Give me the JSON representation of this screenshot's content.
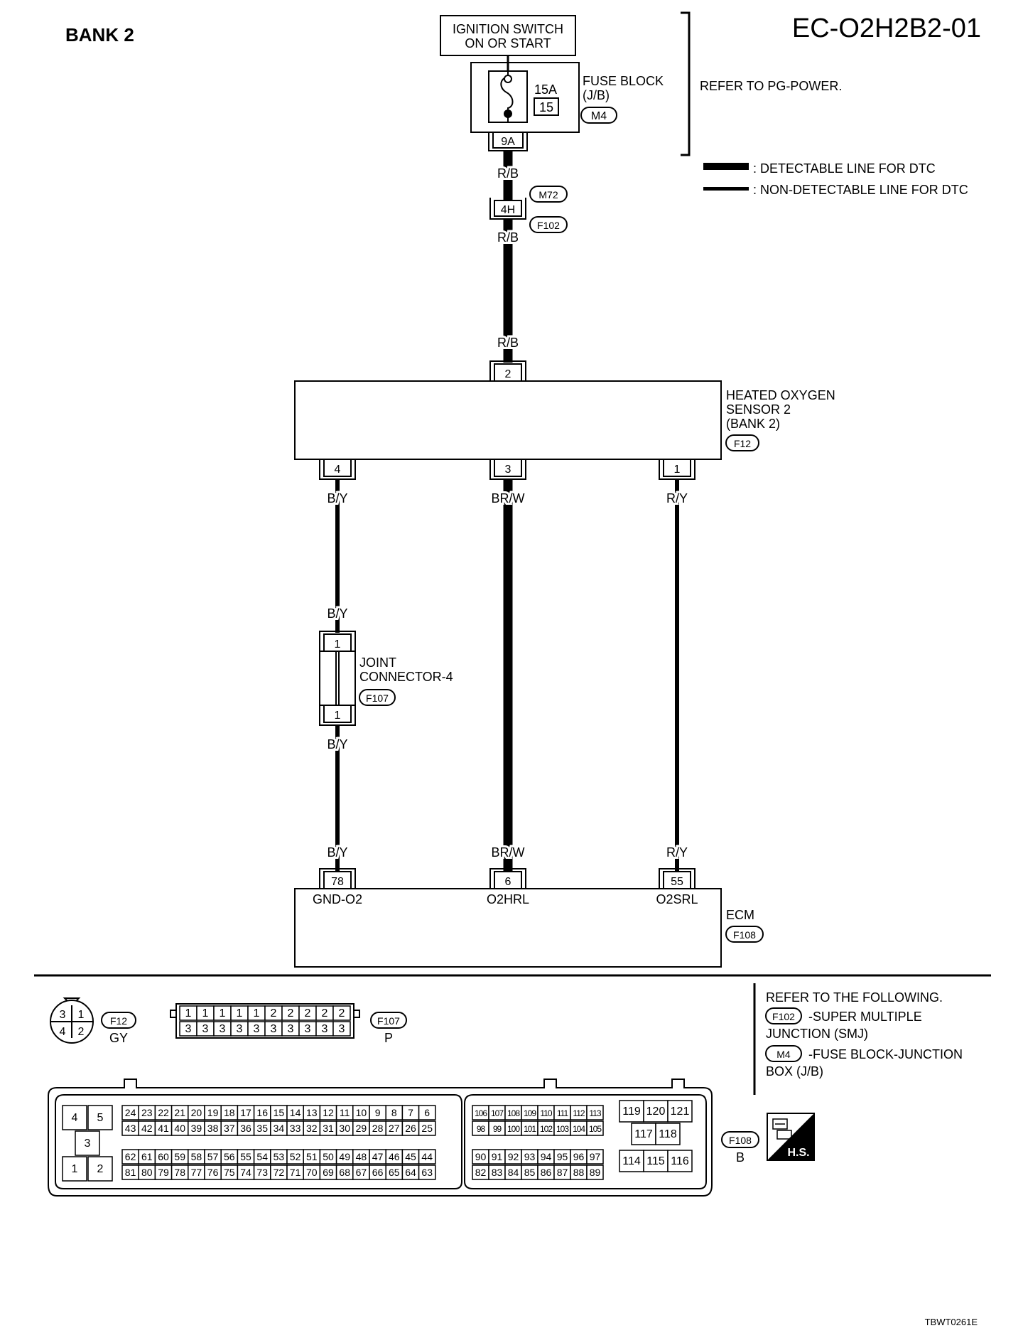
{
  "header": {
    "bank": "BANK 2",
    "code": "EC-O2H2B2-01"
  },
  "ignition": {
    "line1": "IGNITION SWITCH",
    "line2": "ON OR START"
  },
  "fuse_block": {
    "amp": "15A",
    "number": "15",
    "name1": "FUSE BLOCK",
    "name2": "(J/B)",
    "connector": "M4",
    "terminal": "9A"
  },
  "refer_power": "REFER TO PG-POWER.",
  "legend": {
    "detectable": ": DETECTABLE LINE FOR DTC",
    "non_detectable": ": NON-DETECTABLE LINE FOR DTC"
  },
  "wires": {
    "rb": "R/B",
    "by": "B/Y",
    "brw": "BR/W",
    "ry": "R/Y"
  },
  "smj": {
    "terminal": "4H",
    "connector_top": "M72",
    "connector_bottom": "F102"
  },
  "sensor": {
    "name1": "HEATED OXYGEN",
    "name2": "SENSOR 2",
    "name3": "(BANK 2)",
    "connector": "F12",
    "pin_top": "2",
    "pin_by": "4",
    "pin_brw": "3",
    "pin_ry": "1"
  },
  "joint": {
    "name1": "JOINT",
    "name2": "CONNECTOR-4",
    "connector": "F107",
    "pin_in": "1",
    "pin_out": "1"
  },
  "ecm": {
    "name": "ECM",
    "connector": "F108",
    "pin_gnd": "78",
    "pin_heater": "6",
    "pin_signal": "55",
    "label_gnd": "GND-O2",
    "label_heater": "O2HRL",
    "label_signal": "O2SRL"
  },
  "connectors": {
    "f12": {
      "code": "F12",
      "color": "GY",
      "pins": [
        "3",
        "1",
        "4",
        "2"
      ]
    },
    "f107": {
      "code": "F107",
      "color": "P",
      "top": [
        "1",
        "1",
        "1",
        "1",
        "1",
        "2",
        "2",
        "2",
        "2",
        "2"
      ],
      "bottom": [
        "3",
        "3",
        "3",
        "3",
        "3",
        "3",
        "3",
        "3",
        "3",
        "3"
      ]
    },
    "f108": {
      "code": "F108",
      "color": "B",
      "left_block": [
        "4",
        "5",
        "3",
        "1",
        "2"
      ],
      "row1": [
        "24",
        "23",
        "22",
        "21",
        "20",
        "19",
        "18",
        "17",
        "16",
        "15",
        "14",
        "13",
        "12",
        "11",
        "10",
        "9",
        "8",
        "7",
        "6"
      ],
      "row2": [
        "43",
        "42",
        "41",
        "40",
        "39",
        "38",
        "37",
        "36",
        "35",
        "34",
        "33",
        "32",
        "31",
        "30",
        "29",
        "28",
        "27",
        "26",
        "25"
      ],
      "row3": [
        "62",
        "61",
        "60",
        "59",
        "58",
        "57",
        "56",
        "55",
        "54",
        "53",
        "52",
        "51",
        "50",
        "49",
        "48",
        "47",
        "46",
        "45",
        "44"
      ],
      "row4": [
        "81",
        "80",
        "79",
        "78",
        "77",
        "76",
        "75",
        "74",
        "73",
        "72",
        "71",
        "70",
        "69",
        "68",
        "67",
        "66",
        "65",
        "64",
        "63"
      ],
      "mid_row1": [
        "106",
        "107",
        "108",
        "109",
        "110",
        "111",
        "112",
        "113"
      ],
      "mid_row2": [
        "98",
        "99",
        "100",
        "101",
        "102",
        "103",
        "104",
        "105"
      ],
      "mid_row3": [
        "90",
        "91",
        "92",
        "93",
        "94",
        "95",
        "96",
        "97"
      ],
      "mid_row4": [
        "82",
        "83",
        "84",
        "85",
        "86",
        "87",
        "88",
        "89"
      ],
      "right_top": [
        "119",
        "120",
        "121"
      ],
      "right_mid": [
        "117",
        "118"
      ],
      "right_bot": [
        "114",
        "115",
        "116"
      ]
    }
  },
  "refer_following": {
    "title": "REFER TO THE FOLLOWING.",
    "item1_code": "F102",
    "item1_line1": "-SUPER MULTIPLE",
    "item1_line2": "JUNCTION (SMJ)",
    "item2_code": "M4",
    "item2_line1": "-FUSE BLOCK-JUNCTION",
    "item2_line2": "BOX (J/B)"
  },
  "hs_badge": "H.S.",
  "footer_code": "TBWT0261E",
  "colors": {
    "ink": "#000000",
    "paper": "#ffffff"
  }
}
